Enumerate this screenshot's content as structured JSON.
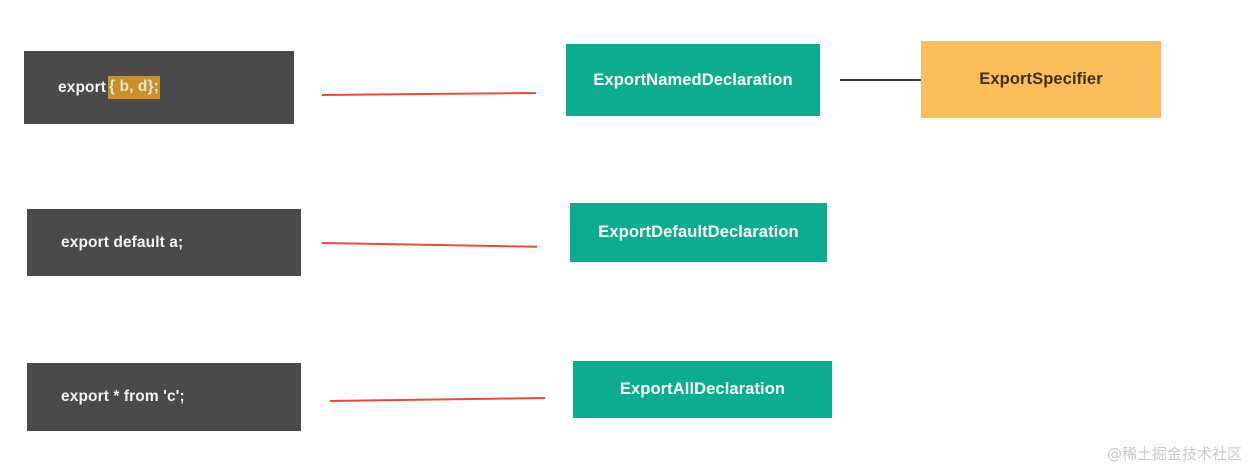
{
  "diagram": {
    "title": "JavaScript export statements to AST node types",
    "colors": {
      "code_box_bg": "#4a4a4a",
      "code_text": "#f2f2f2",
      "highlight_bg": "#c8922a",
      "highlight_text": "#e8e0cf",
      "node_green": "#0cad8e",
      "node_green_text": "#ffffff",
      "node_orange": "#fcbe5b",
      "node_orange_text": "#3a3223",
      "red_connector": "#e8392b",
      "gray_connector": "#3d3d3d",
      "background": "#ffffff",
      "watermark_text": "#c9c9c9"
    },
    "rows": [
      {
        "code": {
          "plain": "export",
          "highlight": "{ b, d};"
        },
        "node": "ExportNamedDeclaration",
        "child_node": "ExportSpecifier",
        "connector": "red-line",
        "child_connector": "gray-line"
      },
      {
        "code": {
          "plain": "export default a;",
          "highlight": ""
        },
        "node": "ExportDefaultDeclaration",
        "child_node": "",
        "connector": "red-line",
        "child_connector": ""
      },
      {
        "code": {
          "plain": "export * from 'c';",
          "highlight": ""
        },
        "node": "ExportAllDeclaration",
        "child_node": "",
        "connector": "red-line",
        "child_connector": ""
      }
    ]
  },
  "watermark": {
    "text": "@稀土掘金技术社区"
  }
}
